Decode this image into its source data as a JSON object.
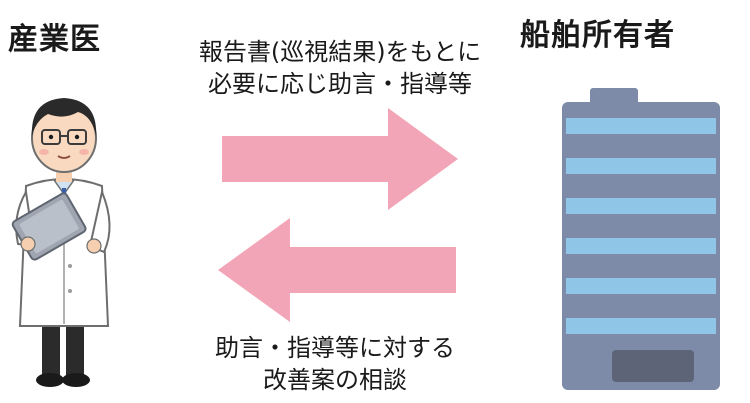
{
  "left_party": {
    "label": "産業医"
  },
  "right_party": {
    "label": "船舶所有者"
  },
  "flow_top": {
    "line1": "報告書(巡視結果)をもとに",
    "line2": "必要に応じ助言・指導等",
    "direction": "right"
  },
  "flow_bottom": {
    "line1": "助言・指導等に対する",
    "line2": "改善案の相談",
    "direction": "left"
  },
  "colors": {
    "arrow": "#f2a5b6",
    "building_body": "#7d8aa8",
    "building_stripe": "#8fc6e8",
    "doctor_coat": "#ffffff",
    "tablet": "#9fa6b2"
  },
  "icons": {
    "left": "doctor-icon",
    "right": "office-building-icon"
  }
}
